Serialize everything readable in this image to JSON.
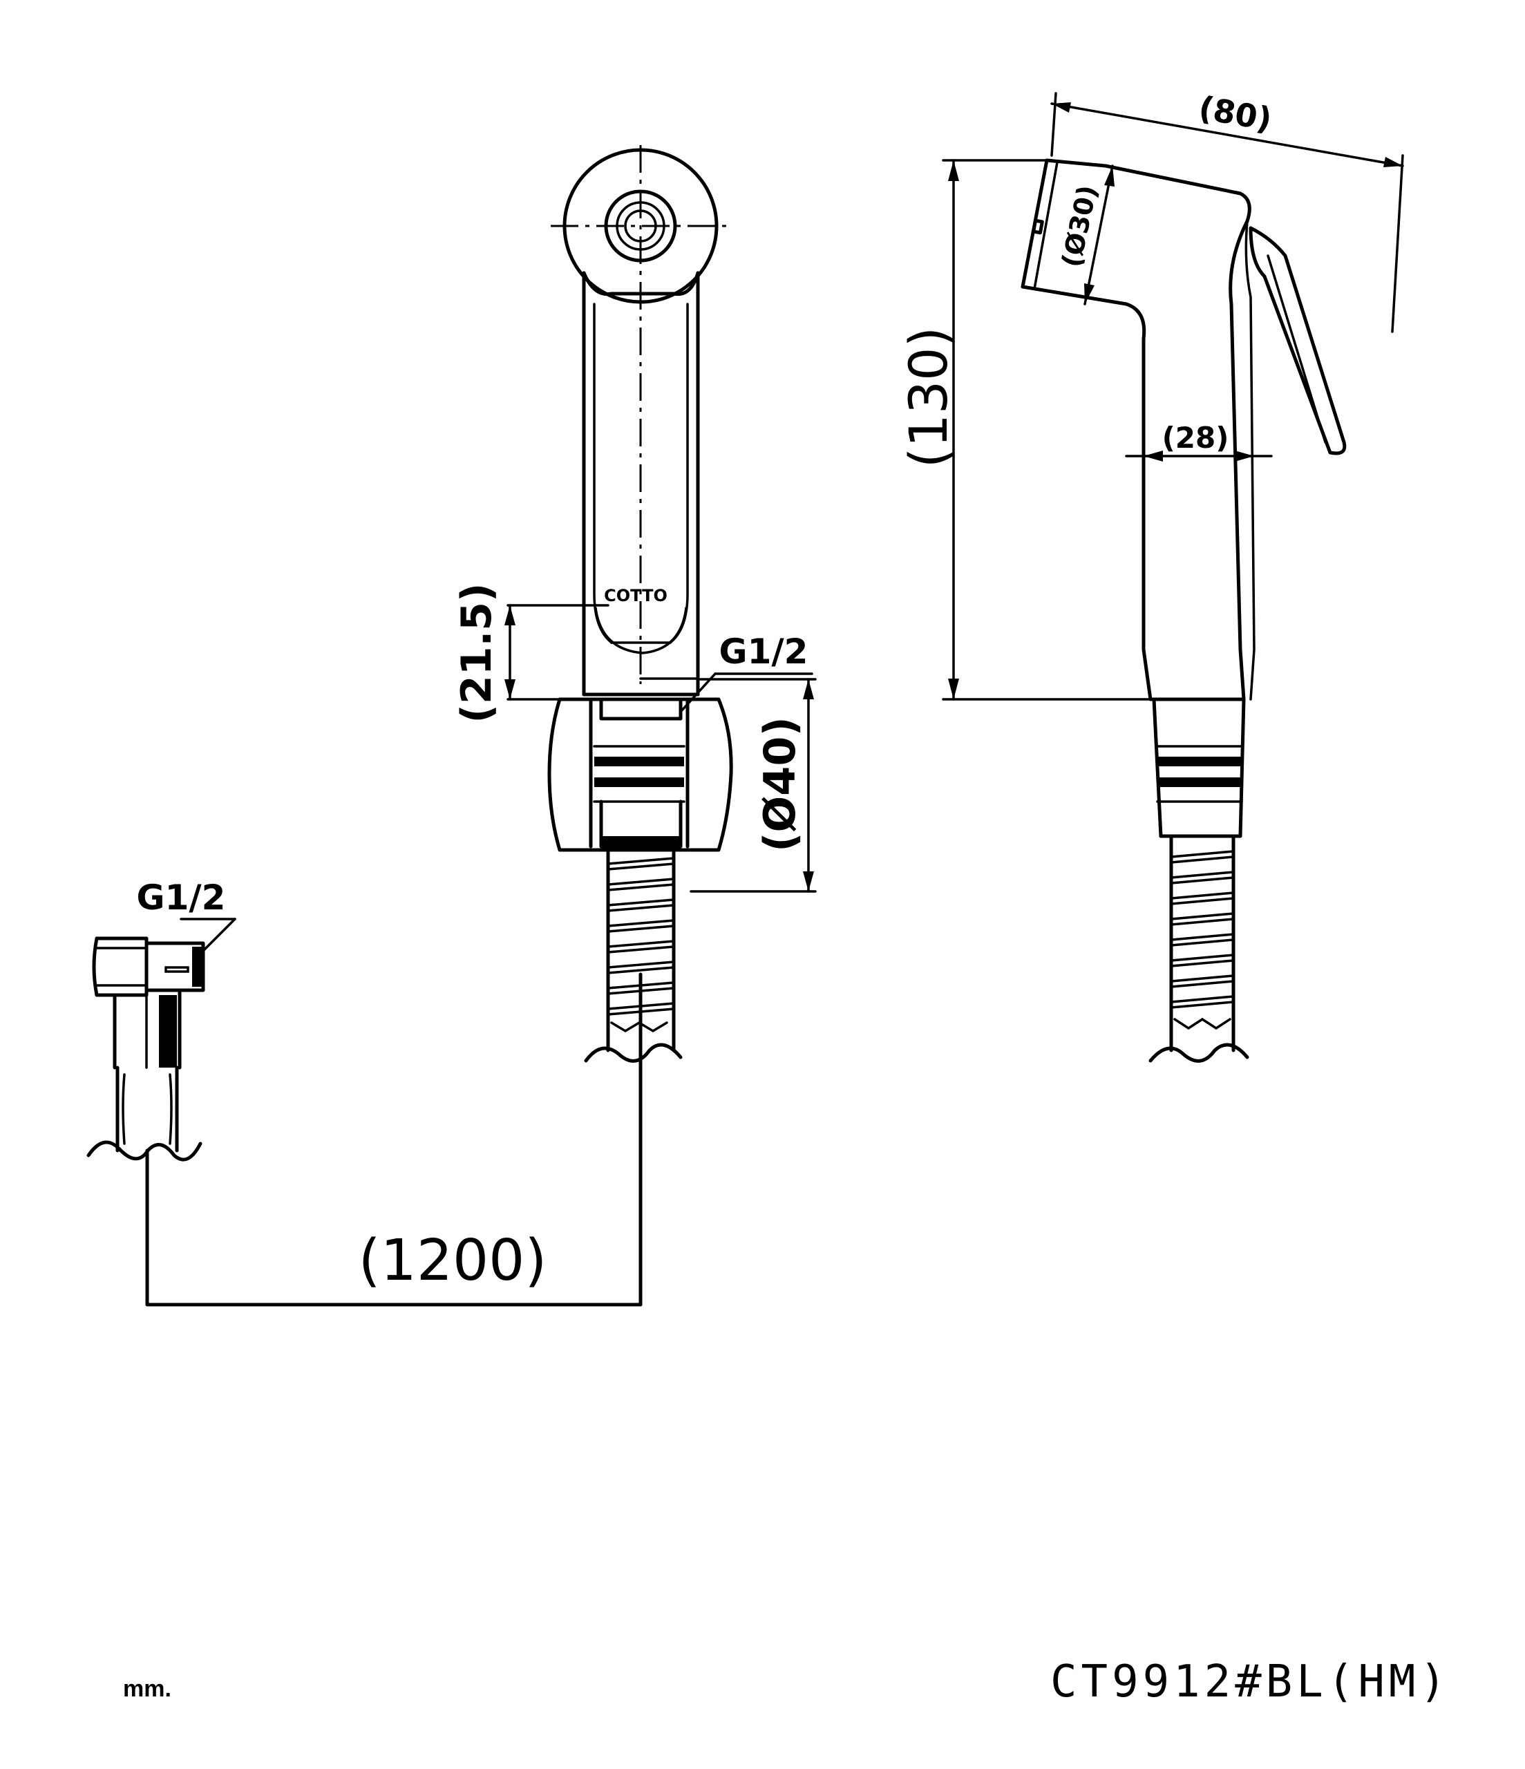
{
  "drawing": {
    "model_code": "CT9912#BL(HM)",
    "units": "mm.",
    "brand_mark": "COTTO"
  },
  "dimensions": {
    "hose_length": "(1200)",
    "holder_height": "(21.5)",
    "holder_diameter": "(Ø40)",
    "holder_thread": "G1/2",
    "inlet_thread": "G1/2",
    "spray_length": "(80)",
    "spray_height": "(130)",
    "head_diameter": "(Ø30)",
    "handle_width": "(28)"
  }
}
